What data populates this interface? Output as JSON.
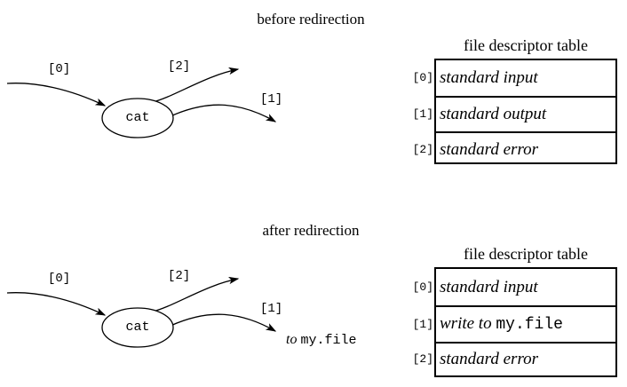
{
  "figure": {
    "title_before": "before redirection",
    "title_after": "after redirection"
  },
  "sections": [
    {
      "id": "before",
      "title": "before redirection",
      "process": {
        "name": "cat",
        "arrows": [
          {
            "label": "[0]",
            "fd": 0,
            "direction": "in"
          },
          {
            "label": "[2]",
            "fd": 2,
            "direction": "out"
          },
          {
            "label": "[1]",
            "fd": 1,
            "direction": "out"
          }
        ],
        "target_note": ""
      },
      "table": {
        "caption": "file descriptor table",
        "rows": [
          {
            "index": "[0]",
            "value": "standard input",
            "mono": ""
          },
          {
            "index": "[1]",
            "value": "standard output",
            "mono": ""
          },
          {
            "index": "[2]",
            "value": "standard error",
            "mono": ""
          }
        ]
      }
    },
    {
      "id": "after",
      "title": "after redirection",
      "process": {
        "name": "cat",
        "arrows": [
          {
            "label": "[0]",
            "fd": 0,
            "direction": "in"
          },
          {
            "label": "[2]",
            "fd": 2,
            "direction": "out"
          },
          {
            "label": "[1]",
            "fd": 1,
            "direction": "out"
          }
        ],
        "target_note_prefix": "to",
        "target_note_mono": "my.file"
      },
      "table": {
        "caption": "file descriptor table",
        "rows": [
          {
            "index": "[0]",
            "value": "standard input",
            "mono": ""
          },
          {
            "index": "[1]",
            "value": "write to ",
            "mono": "my.file"
          },
          {
            "index": "[2]",
            "value": "standard error",
            "mono": ""
          }
        ]
      }
    }
  ],
  "colors": {
    "ink": "#000000",
    "paper": "#ffffff"
  }
}
